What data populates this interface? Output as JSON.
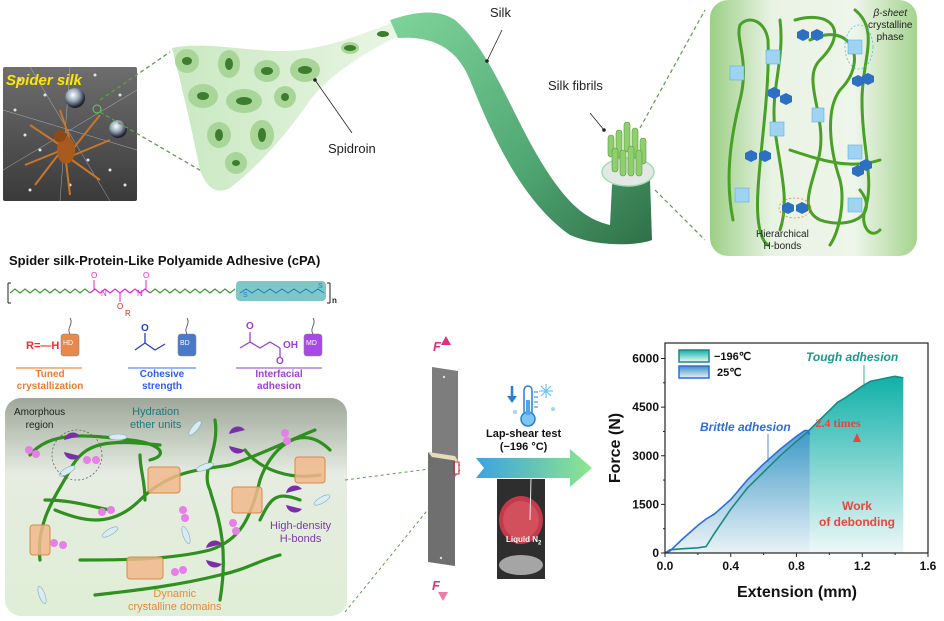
{
  "figure": {
    "top_panel": {
      "spider_photo_label": "Spider silk",
      "labels": {
        "spidroin": "Spidroin",
        "silk": "Silk",
        "silk_fibrils": "Silk fibrils",
        "beta_sheet": [
          "β-sheet",
          "crystalline",
          "phase"
        ],
        "hierarchical_hbonds": [
          "Hierarchical",
          "H-bonds"
        ]
      }
    },
    "molecule_panel": {
      "title": "Spider silk-Protein-Like Polyamide Adhesive (cPA)",
      "atoms": {
        "O": "O",
        "N": "N",
        "H": "H",
        "S": "S",
        "R": "R",
        "n": "n",
        "OH": "OH"
      },
      "units": [
        {
          "formula": "R=—H",
          "block": "HD",
          "caption": [
            "Tuned",
            "crystallization"
          ],
          "color": "#ef7b2e"
        },
        {
          "formula": "",
          "block": "BD",
          "caption": [
            "Cohesive",
            "strength"
          ],
          "color": "#2e5bf0"
        },
        {
          "formula": "",
          "block": "MD",
          "caption": [
            "Interfacial",
            "adhesion"
          ],
          "color": "#9b3fd6"
        }
      ]
    },
    "network_panel": {
      "labels": {
        "amorphous": [
          "Amorphous",
          "region"
        ],
        "hydration": [
          "Hydration",
          "ether units"
        ],
        "hdensity": [
          "High-density",
          "H-bonds"
        ],
        "dynamic": [
          "Dynamic",
          "crystalline domains"
        ]
      }
    },
    "test_panel": {
      "force_label": "F",
      "test_label": [
        "Lap-shear test",
        "(−196 °C)"
      ],
      "liquid_label": "Liquid N",
      "liquid_sub": "2"
    }
  },
  "chart_data": {
    "type": "area",
    "title": "",
    "xlabel": "Extension (mm)",
    "ylabel": "Force (N)",
    "xlim": [
      0,
      1.6
    ],
    "ylim": [
      0,
      6000
    ],
    "x_ticks": [
      "0.0",
      "0.4",
      "0.8",
      "1.2",
      "1.6"
    ],
    "y_ticks": [
      "0",
      "1500",
      "3000",
      "4500",
      "6000"
    ],
    "legend": {
      "placement": "top-left",
      "entries": [
        "−196℃",
        "25℃"
      ]
    },
    "series": [
      {
        "name": "−196℃",
        "color": "#1a8a80",
        "x": [
          0.0,
          0.03,
          0.1,
          0.2,
          0.25,
          0.3,
          0.4,
          0.5,
          0.6,
          0.7,
          0.8,
          0.86,
          0.9,
          1.0,
          1.05,
          1.1,
          1.2,
          1.25,
          1.3,
          1.35,
          1.4,
          1.45
        ],
        "y": [
          0,
          100,
          130,
          160,
          200,
          600,
          1350,
          2000,
          2500,
          3000,
          3450,
          3700,
          3900,
          4400,
          4650,
          4800,
          5150,
          5300,
          5350,
          5400,
          5450,
          5400
        ]
      },
      {
        "name": "25℃",
        "color": "#2a6fdb",
        "x": [
          0.0,
          0.03,
          0.1,
          0.2,
          0.25,
          0.3,
          0.4,
          0.5,
          0.6,
          0.7,
          0.8,
          0.85,
          0.87,
          0.88
        ],
        "y": [
          0,
          60,
          400,
          850,
          1050,
          1200,
          1650,
          2250,
          2750,
          3200,
          3600,
          3780,
          3780,
          3650
        ]
      }
    ],
    "annotations": [
      {
        "text": "Tough adhesion",
        "color": "#1a9a8e"
      },
      {
        "text": "Brittle adhesion",
        "color": "#2a6fdb"
      },
      {
        "text": "2.4 times",
        "color": "#e8453c"
      },
      {
        "text": "Work",
        "color": "#e8453c"
      },
      {
        "text": "of debonding",
        "color": "#e8453c"
      }
    ]
  }
}
